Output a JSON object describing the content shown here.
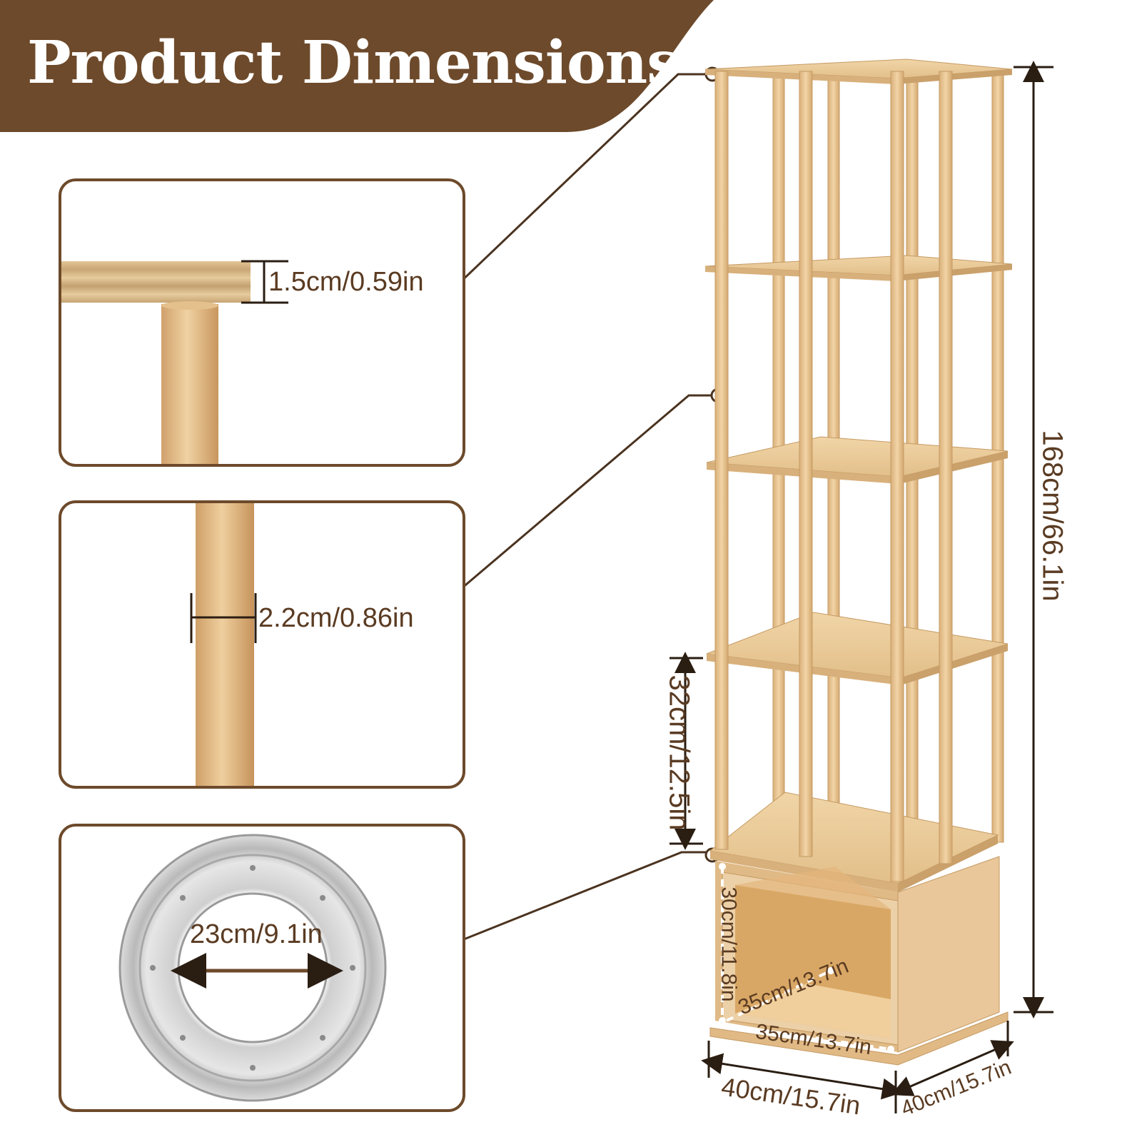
{
  "title": "Product Dimensions",
  "colors": {
    "brown": "#6d4a2b",
    "wood": "#e8c596",
    "wood_dark": "#c9a271",
    "label": "#5a3b22",
    "metal": "#c8c8c8"
  },
  "details": {
    "board_thickness": "1.5cm/0.59in",
    "rod_diameter": "2.2cm/0.86in",
    "turntable_diameter": "23cm/9.1in"
  },
  "shelf": {
    "total_height": "168cm/66.1in",
    "tier_height": "32cm/12.5in",
    "cabinet_height": "30cm/11.8in",
    "inner_depth": "35cm/13.7in",
    "inner_width": "35cm/13.7in",
    "outer_width": "40cm/15.7in",
    "outer_depth": "40cm/15.7in"
  }
}
